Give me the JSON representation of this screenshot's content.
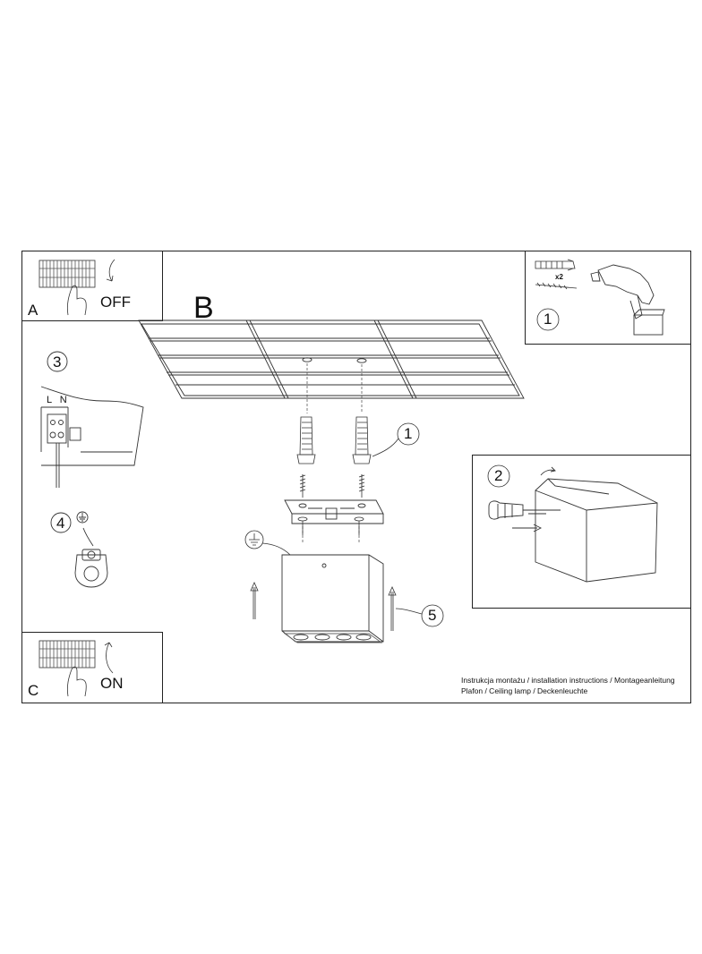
{
  "panels": {
    "a": {
      "letter": "A",
      "switch_label": "OFF"
    },
    "b": {
      "letter": "B"
    },
    "c": {
      "letter": "C",
      "switch_label": "ON"
    }
  },
  "steps": {
    "tools": "1",
    "mount": "1",
    "open": "2",
    "wiring": "3",
    "ground": "4",
    "attach": "5"
  },
  "tools": {
    "dowel_count": "x2"
  },
  "wiring": {
    "terminal_labels": "L N"
  },
  "caption": {
    "line1": "Instrukcja montażu / installation instructions / Montageanleitung",
    "line2": "Plafon / Ceiling lamp / Deckenleuchte"
  },
  "icons": [
    "switch-off-icon",
    "switch-on-icon",
    "drill-icon",
    "dowel-icon",
    "screw-icon",
    "screwdriver-icon",
    "ground-icon",
    "ceiling-panel-icon",
    "lamp-body-icon",
    "terminal-block-icon",
    "wire-clamp-icon"
  ]
}
